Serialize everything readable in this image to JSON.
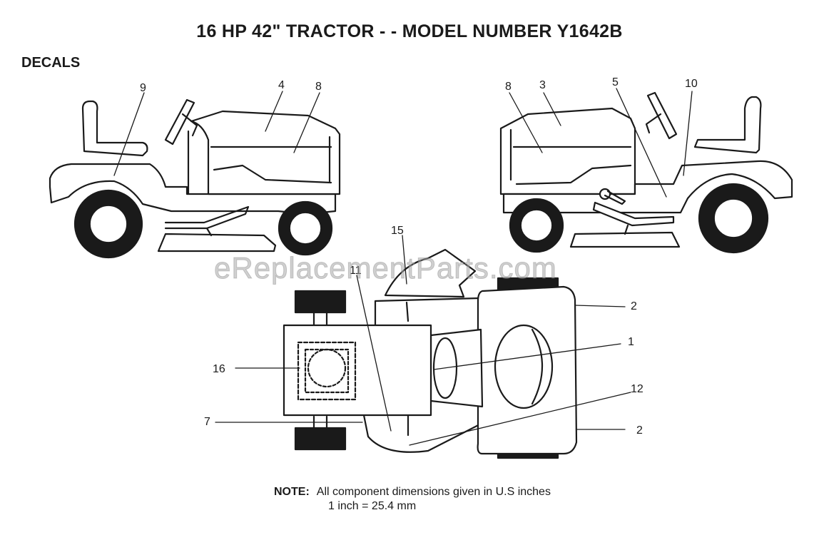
{
  "title": "16 HP 42\" TRACTOR - - MODEL NUMBER Y1642B",
  "section": "DECALS",
  "watermark": "eReplacementParts.com",
  "note": {
    "label": "NOTE:",
    "line1": "All component dimensions given in U.S  inches",
    "line2": "1 inch = 25.4 mm"
  },
  "callouts": {
    "left_view": [
      "9",
      "4",
      "8"
    ],
    "right_view": [
      "8",
      "3",
      "5",
      "10"
    ],
    "top_view": [
      "15",
      "11",
      "2",
      "1",
      "16",
      "12",
      "7",
      "2"
    ]
  },
  "colors": {
    "line": "#1a1a1a",
    "fill": "#ffffff",
    "tire": "#1a1a1a"
  }
}
